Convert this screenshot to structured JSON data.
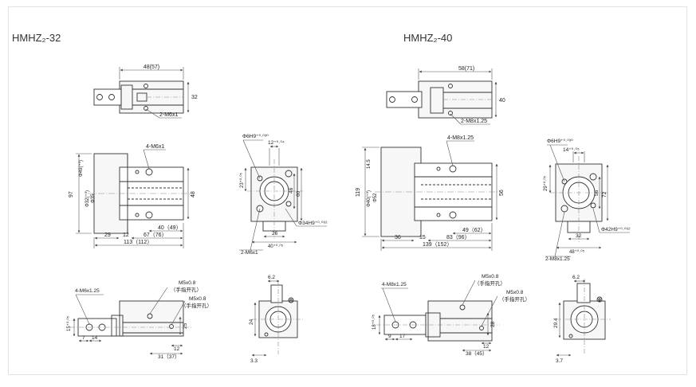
{
  "titles": {
    "left": "HMHZ₂-32",
    "right": "HMHZ₂-40"
  },
  "colors": {
    "line": "#333333",
    "dim": "#555555",
    "center": "#7a7a7a",
    "fill": "#f2f2f2",
    "background": "#ffffff",
    "border": "#e3e3e3"
  },
  "m32": {
    "top": {
      "width": "48(57)",
      "height": "32",
      "thread": "2-M6x1"
    },
    "front": {
      "thread": "4-M6x1",
      "height": "97",
      "h2": "48",
      "d1": "Φ49(⁺⁰)",
      "d2": "Φ32(⁺⁰)",
      "dd": "Φ35",
      "w1": "29",
      "w2": "12",
      "w3": "67（76）",
      "w4": "40（49）",
      "total": "113（112）"
    },
    "side": {
      "hole": "Φ6H9⁺⁰·⁰³⁰",
      "w": "12⁺⁰·⁰⁴",
      "v1": "23⁺⁰·⁰⁵",
      "v2": "46",
      "v3": "60",
      "b1": "26",
      "b2": "40⁺⁰·⁰⁵",
      "bore": "Φ34H9⁺⁰·⁰⁶²",
      "thread": "2-M6x1"
    },
    "bottom": {
      "thread": "4-M6x1.25",
      "m1": "M5x0.8",
      "m1n": "（手指开孔）",
      "m2": "M5x0.8",
      "m2n": "（手指开孔）",
      "v": "15⁺⁰·⁰⁵",
      "a": "7",
      "b": "14",
      "c": "25",
      "d": "12",
      "e": "31（37）"
    },
    "view4": {
      "top": "6.2",
      "left": "24",
      "bot": "3.3"
    }
  },
  "m40": {
    "top": {
      "width": "58(71)",
      "height": "40",
      "thread": "2-M8x1.25"
    },
    "front": {
      "thread": "4-M8x1.25",
      "height": "119",
      "h2": "56",
      "d1": "Φ40(⁺⁰)",
      "d2": "Φ52",
      "dd": "14.5",
      "w1": "36",
      "w2": "15",
      "w3": "83（96）",
      "w4": "49（62）",
      "total": "139（152）"
    },
    "side": {
      "hole": "Φ6H9⁺⁰·⁰³⁰",
      "w": "14⁺⁰·⁰⁵",
      "v1": "29⁺⁰·⁰⁵",
      "v2": "56",
      "v3": "72",
      "b1": "32",
      "b2": "48⁺⁰·⁰⁵",
      "bore": "Φ42H9⁺⁰·⁰⁶²",
      "thread": "2-M8x1.25"
    },
    "bottom": {
      "thread": "4-M8x1.25",
      "m1": "M5x0.8",
      "m1n": "（手指开孔）",
      "m2": "M5x0.8",
      "m2n": "（手指开孔）",
      "v": "18⁺⁰·⁰⁵",
      "a": "9",
      "b": "17",
      "c": "28",
      "d": "12",
      "e": "38（45）"
    },
    "view4": {
      "top": "6.2",
      "left": "29.4",
      "bot": "3.7"
    }
  }
}
